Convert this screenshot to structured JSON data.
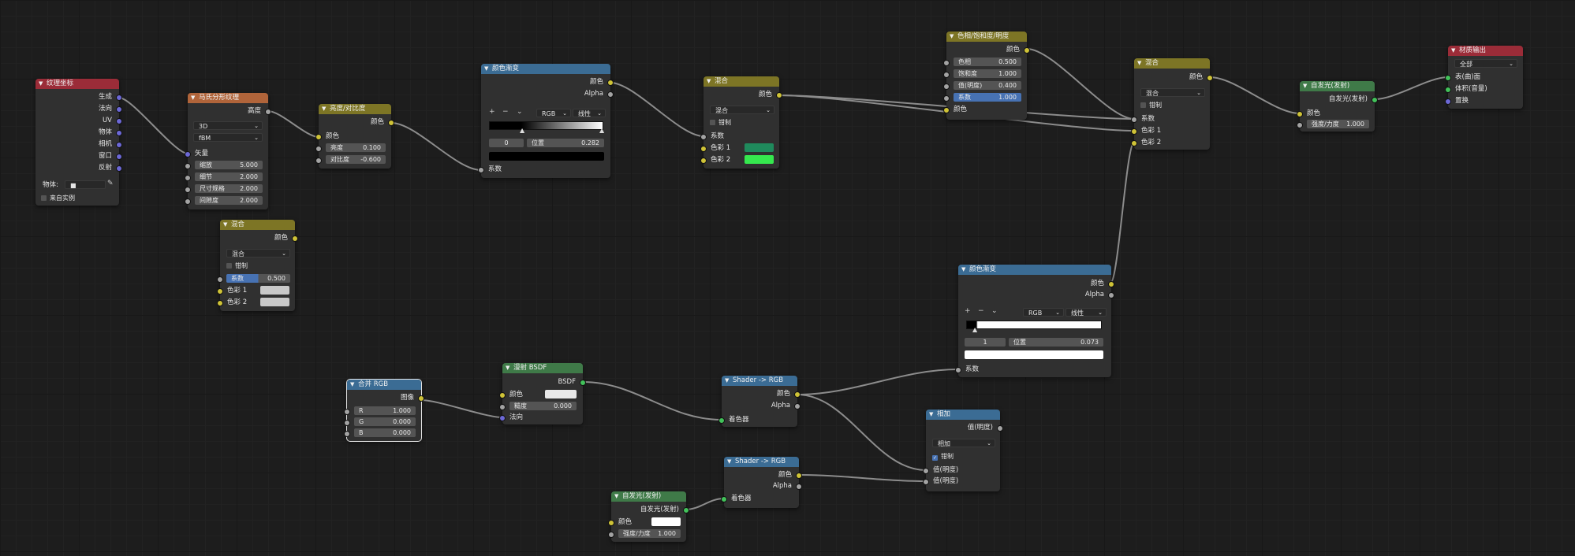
{
  "editor": {
    "background": "#1d1d1d"
  },
  "colors": {
    "wire": "#8c8c8c",
    "yellow": "#cfc337",
    "purple": "#6c68d6",
    "gray": "#a3a3a3",
    "green": "#42c25a"
  },
  "icons": {
    "collapse": "triangle-down-icon",
    "dropdown": "chevron-down-icon",
    "eyedropper": "eyedropper-icon",
    "add": "plus-icon",
    "remove": "minus-icon",
    "menu": "chevron-down-icon"
  },
  "tex_coord": {
    "title": "纹理坐标",
    "outputs": [
      "生成",
      "法向",
      "UV",
      "物体",
      "相机",
      "窗口",
      "反射"
    ],
    "object_label": "物体:",
    "from_instancer": "来自实例"
  },
  "musgrave": {
    "title": "马氏分形纹理",
    "out": "高度",
    "dim": "3D",
    "type": "fBM",
    "vector": "矢量",
    "fields": [
      {
        "label": "缩放",
        "value": "5.000"
      },
      {
        "label": "细节",
        "value": "2.000"
      },
      {
        "label": "尺寸规格",
        "value": "2.000"
      },
      {
        "label": "间隙度",
        "value": "2.000"
      }
    ]
  },
  "bright": {
    "title": "亮度/对比度",
    "out": "颜色",
    "in": "颜色",
    "fields": [
      {
        "label": "亮度",
        "value": "0.100"
      },
      {
        "label": "对比度",
        "value": "-0.600"
      }
    ]
  },
  "ramp1": {
    "title": "颜色渐变",
    "out_color": "颜色",
    "out_alpha": "Alpha",
    "mode": "RGB",
    "interp": "线性",
    "index": "0",
    "pos_label": "位置",
    "pos_value": "0.282",
    "in": "系数"
  },
  "mix1": {
    "title": "混合",
    "out": "颜色",
    "mode": "混合",
    "clamp": "钳制",
    "fac": "系数",
    "c1": "色彩 1",
    "c2": "色彩 2",
    "c1_color": "#1f8a5c",
    "c2_color": "#35e84e"
  },
  "hsv": {
    "title": "色相/饱和度/明度",
    "out": "颜色",
    "fields": [
      {
        "label": "色相",
        "value": "0.500"
      },
      {
        "label": "饱和度",
        "value": "1.000"
      },
      {
        "label": "值(明度)",
        "value": "0.400"
      },
      {
        "label": "系数",
        "value": "1.000"
      }
    ],
    "in": "颜色"
  },
  "mix2": {
    "title": "混合",
    "out": "颜色",
    "mode": "混合",
    "clamp": "钳制",
    "fac": "系数",
    "c1": "色彩 1",
    "c2": "色彩 2"
  },
  "emit1": {
    "title": "自发光(发射)",
    "out": "自发光(发射)",
    "in": "颜色",
    "strength_label": "强度/力度",
    "strength_value": "1.000"
  },
  "matout": {
    "title": "材质输出",
    "target": "全部",
    "in": [
      "表(曲)面",
      "体积(音量)",
      "置换"
    ]
  },
  "mix3": {
    "title": "混合",
    "out": "颜色",
    "mode": "混合",
    "clamp": "钳制",
    "fac_label": "系数",
    "fac_value": "0.500",
    "c1": "色彩 1",
    "c2": "色彩 2",
    "c1_color": "#c8c8c8",
    "c2_color": "#c8c8c8"
  },
  "ramp2": {
    "title": "颜色渐变",
    "out_color": "颜色",
    "out_alpha": "Alpha",
    "mode": "RGB",
    "interp": "线性",
    "index": "1",
    "pos_label": "位置",
    "pos_value": "0.073",
    "in": "系数"
  },
  "combine": {
    "title": "合并 RGB",
    "out": "图像",
    "fields": [
      {
        "label": "R",
        "value": "1.000"
      },
      {
        "label": "G",
        "value": "0.000"
      },
      {
        "label": "B",
        "value": "0.000"
      }
    ]
  },
  "diffuse": {
    "title": "漫射 BSDF",
    "out": "BSDF",
    "color": "颜色",
    "rough_label": "糙度",
    "rough_value": "0.000",
    "normal": "法向"
  },
  "s2r1": {
    "title": "Shader -> RGB",
    "out_color": "颜色",
    "out_alpha": "Alpha",
    "in": "着色器"
  },
  "s2r2": {
    "title": "Shader -> RGB",
    "out_color": "颜色",
    "out_alpha": "Alpha",
    "in": "着色器"
  },
  "add": {
    "title": "相加",
    "out": "值(明度)",
    "mode": "相加",
    "clamp": "钳制",
    "in1": "值(明度)",
    "in2": "值(明度)"
  },
  "emit2": {
    "title": "自发光(发射)",
    "out": "自发光(发射)",
    "in": "颜色",
    "strength_label": "强度/力度",
    "strength_value": "1.000"
  }
}
